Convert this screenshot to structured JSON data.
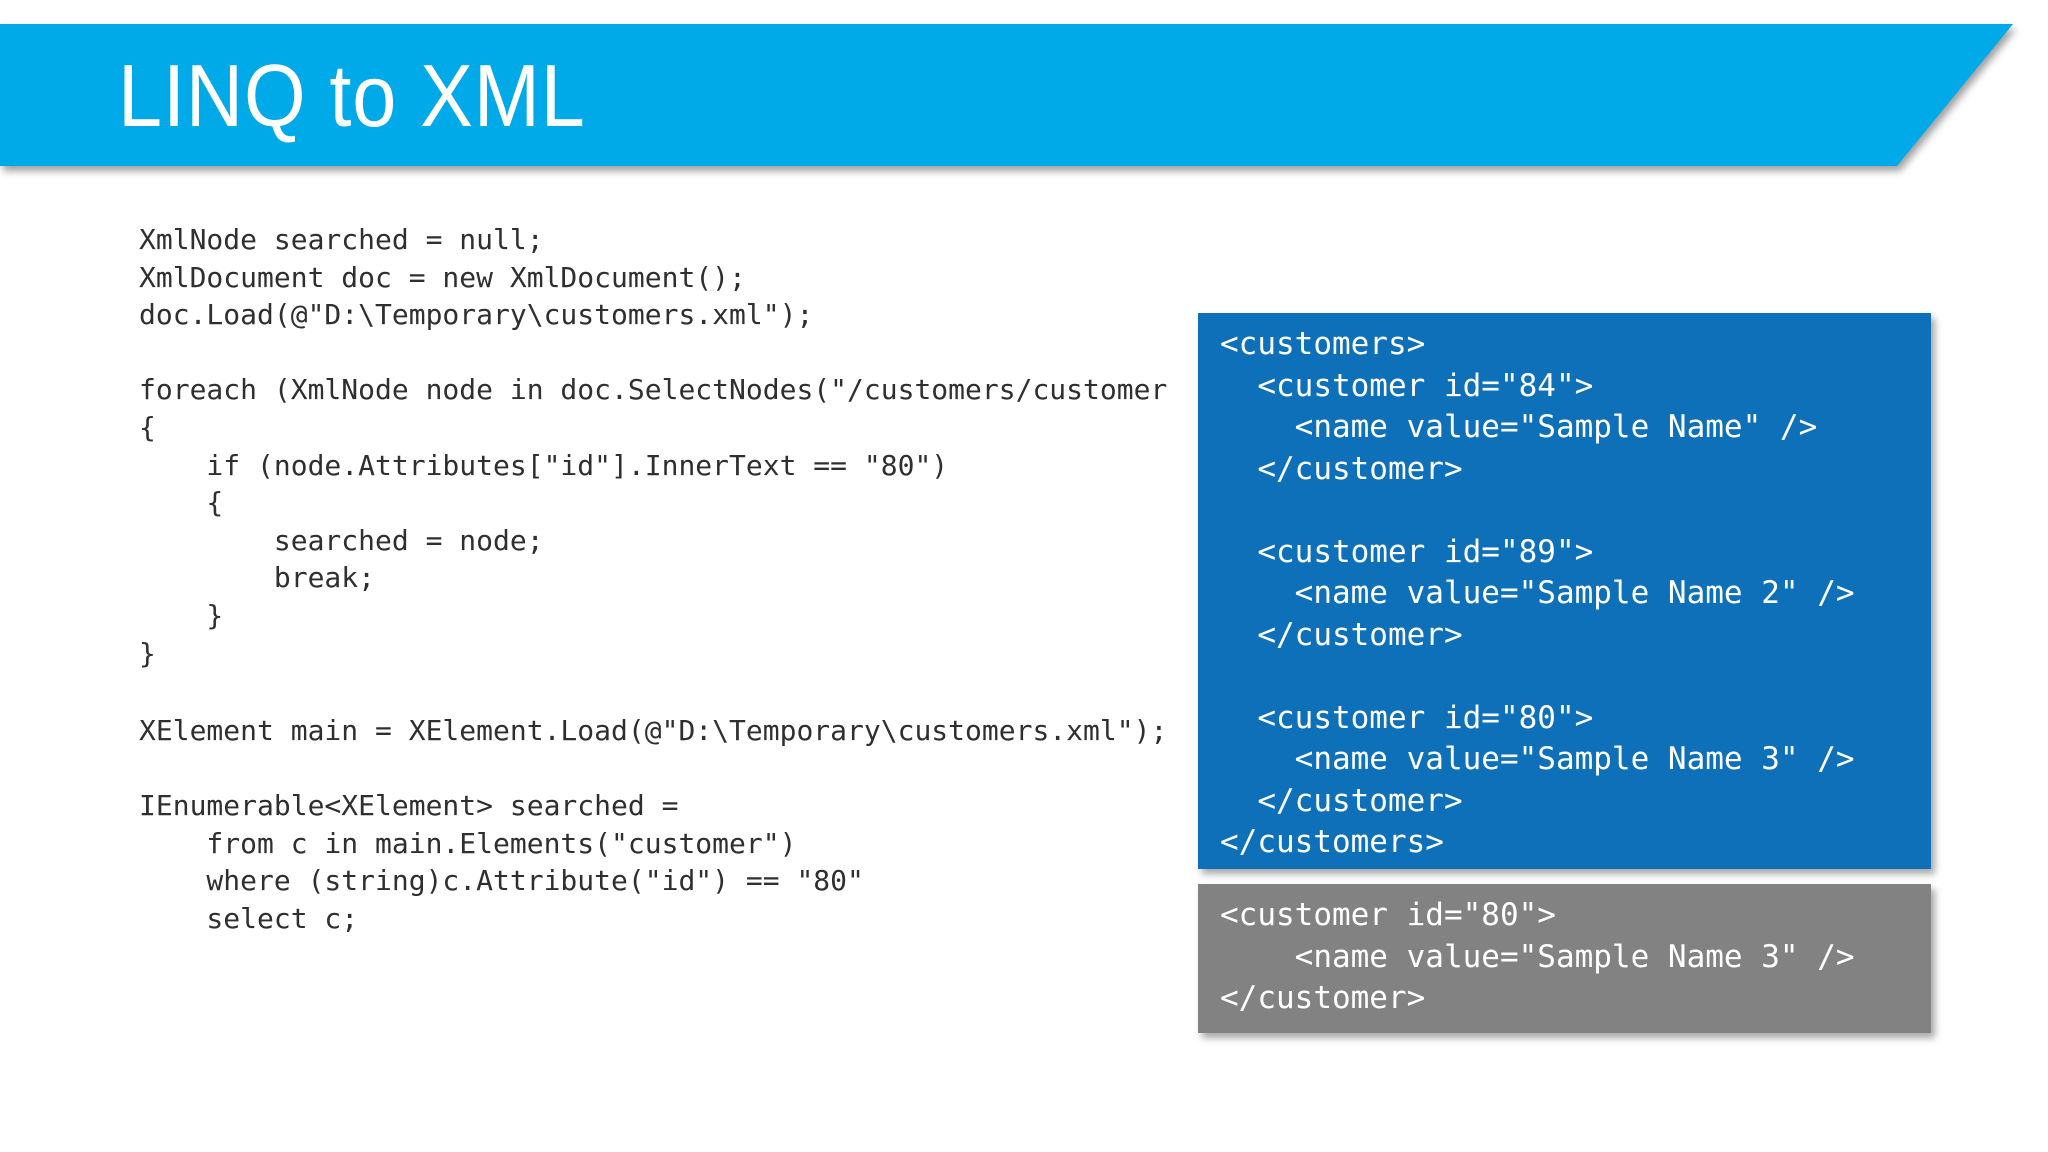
{
  "slide": {
    "title": "LINQ to XML",
    "colors": {
      "banner": "#00a9e8",
      "xml_panel": "#0d70b8",
      "result_panel": "#828282",
      "code_text": "#2f2f2f",
      "panel_text": "#ffffff",
      "box_border": "#b9b5b5",
      "background": "#ffffff"
    }
  },
  "code_block_xmldocument": {
    "lines": [
      "XmlNode searched = null;",
      "XmlDocument doc = new XmlDocument();",
      "doc.Load(@\"D:\\Temporary\\customers.xml\");",
      "",
      "foreach (XmlNode node in doc.SelectNodes(\"/customers/customer",
      "{",
      "    if (node.Attributes[\"id\"].InnerText == \"80\")",
      "    {",
      "        searched = node;",
      "        break;",
      "    }",
      "}"
    ]
  },
  "code_block_linq": {
    "lines": [
      "XElement main = XElement.Load(@\"D:\\Temporary\\customers.xml\");",
      "",
      "IEnumerable<XElement> searched =",
      "    from c in main.Elements(\"customer\")",
      "    where (string)c.Attribute(\"id\") == \"80\"",
      "    select c;"
    ]
  },
  "xml_panel": {
    "lines": [
      "<customers>",
      "  <customer id=\"84\">",
      "    <name value=\"Sample Name\" />",
      "  </customer>",
      "",
      "  <customer id=\"89\">",
      "    <name value=\"Sample Name 2\" />",
      "  </customer>",
      "",
      "  <customer id=\"80\">",
      "    <name value=\"Sample Name 3\" />",
      "  </customer>",
      "</customers>"
    ]
  },
  "result_panel": {
    "lines": [
      "<customer id=\"80\">",
      "    <name value=\"Sample Name 3\" />",
      "</customer>"
    ]
  }
}
